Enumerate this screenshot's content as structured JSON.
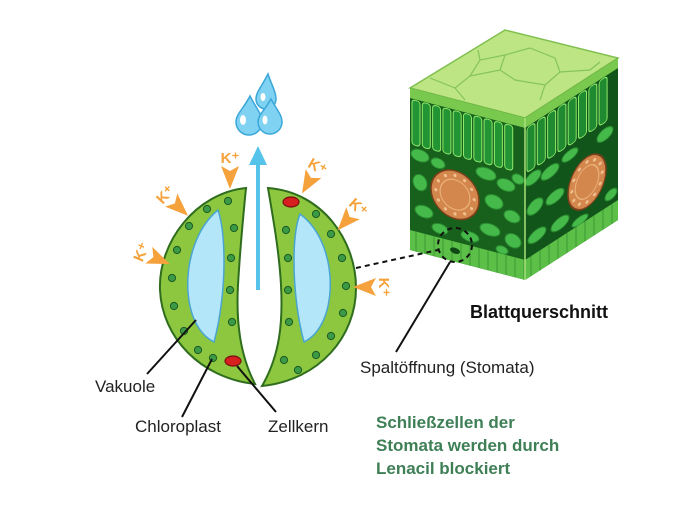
{
  "diagram": {
    "labels": {
      "leaf_cross_section": "Blattquerschnitt",
      "stomata": "Spaltöffnung (Stomata)",
      "vacuole": "Vakuole",
      "chloroplast": "Chloroplast",
      "nucleus": "Zellkern"
    },
    "ions": [
      "K⁺",
      "K⁺",
      "K⁺",
      "K⁺",
      "K⁺",
      "K⁺"
    ],
    "note": [
      "Schließzellen der",
      "Stomata werden durch",
      "Lenacil blockiert"
    ]
  },
  "colors": {
    "note_text": "#3e7f56",
    "potassium_arrow": "#f5a23c",
    "guard_cell": "#8dc63f",
    "vacuole": "#b3e6f8",
    "water": "#7fd2f2",
    "nucleus": "#d81f1f",
    "vascular_bundle": "#d3874c"
  },
  "icons": {
    "water": "water-drops-icon",
    "ion_arrow": "orange-arrow-icon"
  }
}
